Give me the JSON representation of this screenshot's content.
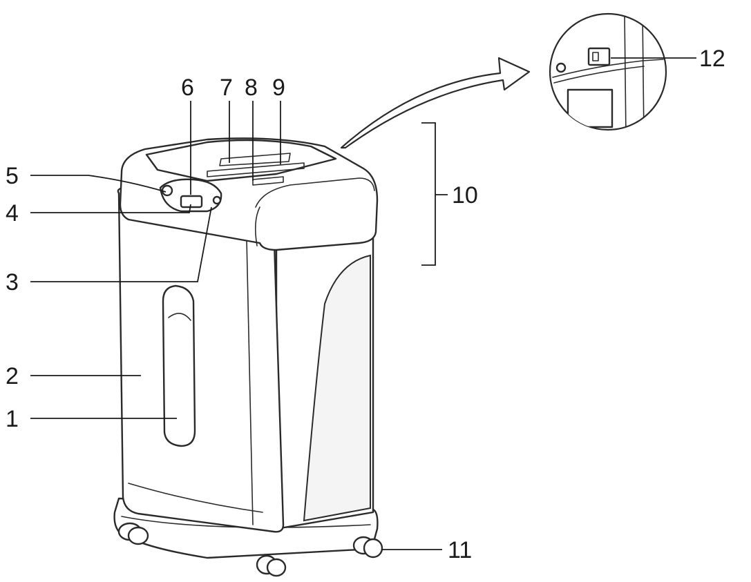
{
  "callouts": [
    {
      "id": "1",
      "label": "1"
    },
    {
      "id": "2",
      "label": "2"
    },
    {
      "id": "3",
      "label": "3"
    },
    {
      "id": "4",
      "label": "4"
    },
    {
      "id": "5",
      "label": "5"
    },
    {
      "id": "6",
      "label": "6"
    },
    {
      "id": "7",
      "label": "7"
    },
    {
      "id": "8",
      "label": "8"
    },
    {
      "id": "9",
      "label": "9"
    },
    {
      "id": "10",
      "label": "10"
    },
    {
      "id": "11",
      "label": "11"
    },
    {
      "id": "12",
      "label": "12"
    }
  ],
  "colors": {
    "line": "#2a2a2a",
    "background": "#ffffff"
  },
  "icons": {
    "detail_arrow": "curved-arrow-icon",
    "inset": "power-switch-detail-icon"
  }
}
